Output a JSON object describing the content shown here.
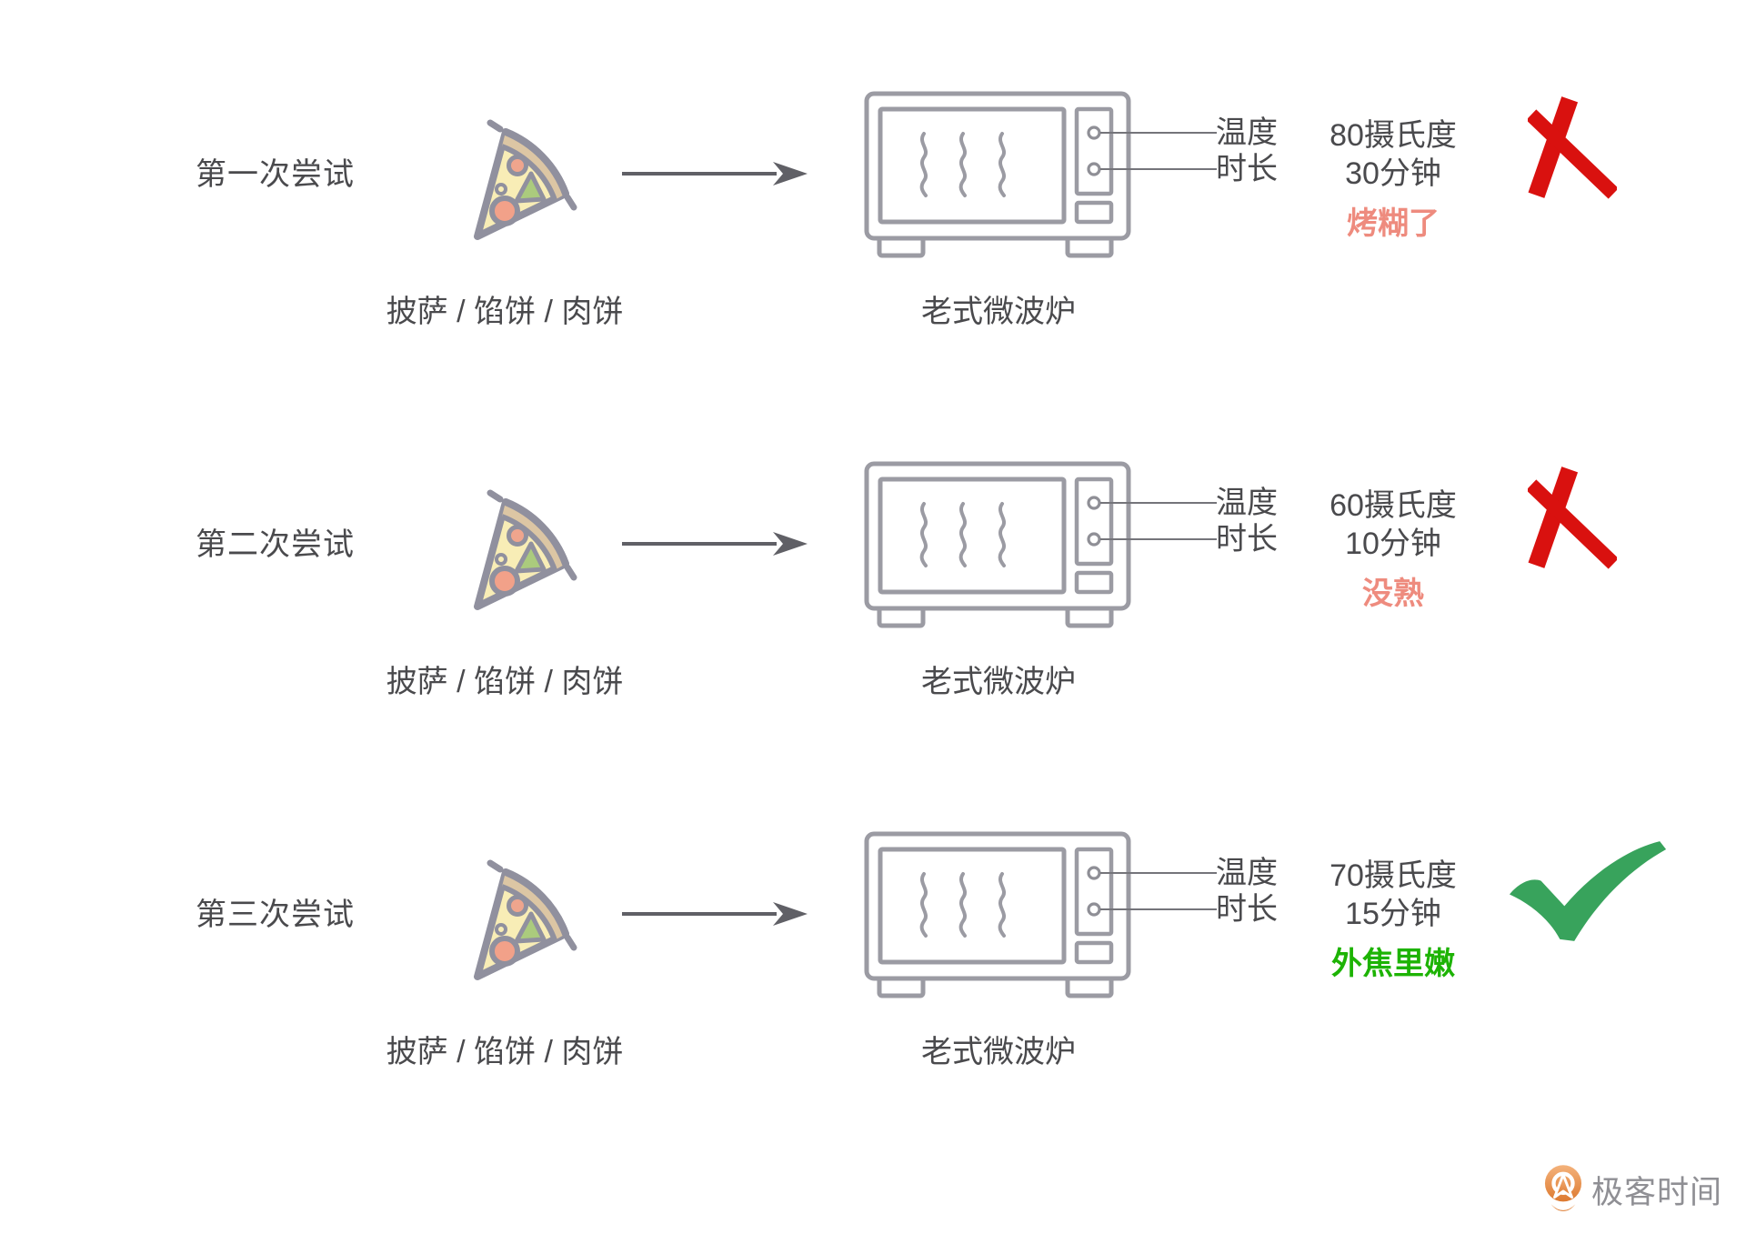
{
  "colors": {
    "text_dark": "#4a4a4d",
    "text_gray": "#8f8f94",
    "outline_gray": "#9b9ba3",
    "arrow_gray": "#606066",
    "x_red": "#d9110f",
    "check_green": "#38a35c",
    "fail_text": "#ee8b7e",
    "success_text": "#1db304",
    "brand_orange": "#e8823b"
  },
  "rows": [
    {
      "attempt_label": "第一次尝试",
      "food_caption": "披萨 / 馅饼 / 肉饼",
      "device_caption": "老式微波炉",
      "temp_label": "温度",
      "time_label": "时长",
      "temp_value": "80摄氏度",
      "time_value": "30分钟",
      "result_text": "烤糊了",
      "result_class": "result-fail",
      "outcome": "fail"
    },
    {
      "attempt_label": "第二次尝试",
      "food_caption": "披萨 / 馅饼 / 肉饼",
      "device_caption": "老式微波炉",
      "temp_label": "温度",
      "time_label": "时长",
      "temp_value": "60摄氏度",
      "time_value": "10分钟",
      "result_text": "没熟",
      "result_class": "result-fail",
      "outcome": "fail"
    },
    {
      "attempt_label": "第三次尝试",
      "food_caption": "披萨 / 馅饼 / 肉饼",
      "device_caption": "老式微波炉",
      "temp_label": "温度",
      "time_label": "时长",
      "temp_value": "70摄氏度",
      "time_value": "15分钟",
      "result_text": "外焦里嫩",
      "result_class": "result-success",
      "outcome": "success"
    }
  ],
  "footer": {
    "brand": "极客时间"
  }
}
